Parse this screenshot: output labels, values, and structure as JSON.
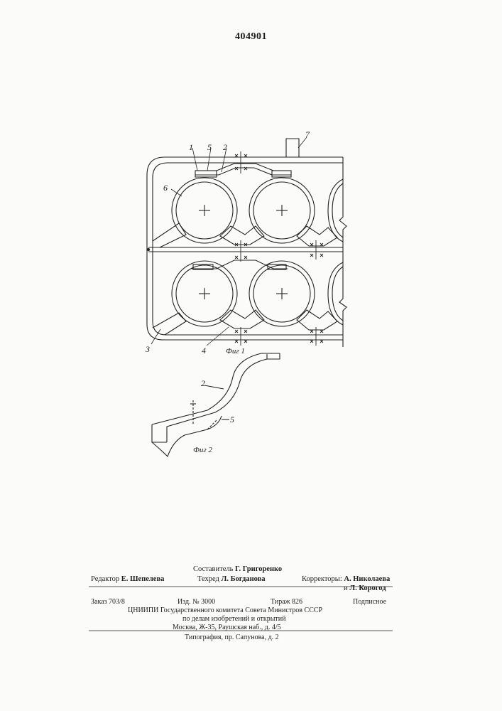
{
  "header": {
    "patent_number": "404901"
  },
  "figure1": {
    "caption": "Фиг 1",
    "callouts": {
      "c1": "1",
      "c2": "2",
      "c3": "3",
      "c4": "4",
      "c5": "5",
      "c6": "6",
      "c7": "7"
    }
  },
  "figure2": {
    "caption": "Фиг 2",
    "callouts": {
      "c2": "2",
      "c5": "5"
    }
  },
  "imprint": {
    "compiler_label": "Составитель",
    "compiler_name": "Г. Григоренко",
    "editor_label": "Редактор",
    "editor_name": "Е. Шепелева",
    "techred_label": "Техред",
    "techred_name": "Л. Богданова",
    "correctors_label": "Корректоры:",
    "corrector1": "А. Николаева",
    "corrector2_prefix": "и",
    "corrector2": "Л. Корогод",
    "order": "Заказ 703/8",
    "edition": "Изд. № 3000",
    "print_run": "Тираж 826",
    "subscription": "Подписное",
    "institution": "ЦНИИПИ Государственного комитета Совета Министров СССР",
    "affairs": "по делам изобретений и открытий",
    "address": "Москва, Ж-35, Раушская наб., д. 4/5",
    "printing_house": "Типография, пр. Сапунова, д. 2"
  }
}
